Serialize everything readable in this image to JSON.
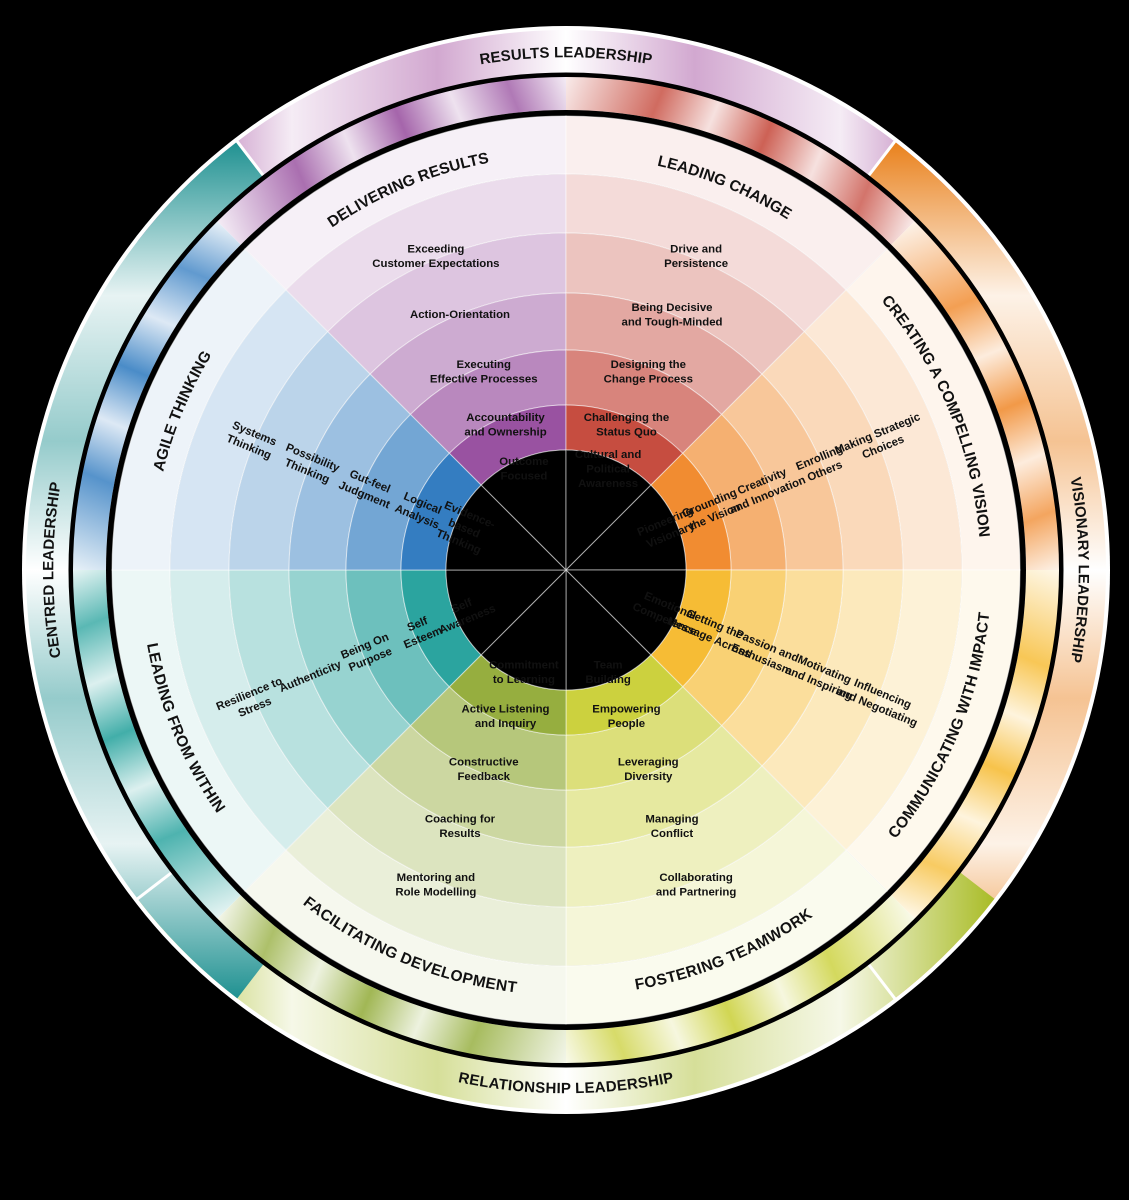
{
  "outer_ring": [
    {
      "label": "RESULTS LEADERSHIP",
      "color": "#9a3d96"
    },
    {
      "label": "VISIONARY LEADERSHIP",
      "color": "#e87a10"
    },
    {
      "label": "RELATIONSHIP LEADERSHIP",
      "color": "#a4b81c"
    },
    {
      "label": "CENTRED LEADERSHIP",
      "color": "#138b8b"
    }
  ],
  "segments": [
    {
      "id": "delivering-results",
      "title": "DELIVERING RESULTS",
      "color": "#8e3f96",
      "competencies": [
        [
          "Exceeding",
          "Customer Expectations"
        ],
        [
          "Action-Orientation"
        ],
        [
          "Executing",
          "Effective Processes"
        ],
        [
          "Accountability",
          "and Ownership"
        ],
        [
          "Outcome",
          "Focused"
        ]
      ]
    },
    {
      "id": "leading-change",
      "title": "LEADING CHANGE",
      "color": "#c0392b",
      "competencies": [
        [
          "Drive and",
          "Persistence"
        ],
        [
          "Being Decisive",
          "and Tough-Minded"
        ],
        [
          "Designing the",
          "Change Process"
        ],
        [
          "Challenging the",
          "Status Quo"
        ],
        [
          "Cultural and",
          "Political",
          "Awareness"
        ]
      ]
    },
    {
      "id": "creating-a-compelling-vision",
      "title": "CREATING A COMPELLING VISION",
      "color": "#ef7f1a",
      "competencies": [
        [
          "Making Strategic",
          "Choices"
        ],
        [
          "Enrolling",
          "Others"
        ],
        [
          "Creativity",
          "and Innovation"
        ],
        [
          "Grounding",
          "the Vision"
        ],
        [
          "Pioneering",
          "Visionary"
        ]
      ]
    },
    {
      "id": "communicating-with-impact",
      "title": "COMMUNICATING WITH IMPACT",
      "color": "#f5b41e",
      "competencies": [
        [
          "Influencing",
          "and Negotiating"
        ],
        [
          "Motivating",
          "and Inspiring"
        ],
        [
          "Passion and",
          "Enthusiasm"
        ],
        [
          "Getting the",
          "Message Across"
        ],
        [
          "Emotional",
          "Competence"
        ]
      ]
    },
    {
      "id": "fostering-teamwork",
      "title": "FOSTERING TEAMWORK",
      "color": "#c6cc28",
      "competencies": [
        [
          "Collaborating",
          "and Partnering"
        ],
        [
          "Managing",
          "Conflict"
        ],
        [
          "Leveraging",
          "Diversity"
        ],
        [
          "Empowering",
          "People"
        ],
        [
          "Team",
          "Building"
        ]
      ]
    },
    {
      "id": "facilitating-development",
      "title": "FACILITATING DEVELOPMENT",
      "color": "#8aa52a",
      "competencies": [
        [
          "Mentoring and",
          "Role Modelling"
        ],
        [
          "Coaching for",
          "Results"
        ],
        [
          "Constructive",
          "Feedback"
        ],
        [
          "Active Listening",
          "and Inquiry"
        ],
        [
          "Commitment",
          "to Learning"
        ]
      ]
    },
    {
      "id": "leading-from-within",
      "title": "LEADING FROM WITHIN",
      "color": "#139a94",
      "competencies": [
        [
          "Resilience to",
          "Stress"
        ],
        [
          "Authenticity"
        ],
        [
          "Being On",
          "Purpose"
        ],
        [
          "Self",
          "Esteem"
        ],
        [
          "Self",
          "Awareness"
        ]
      ]
    },
    {
      "id": "agile-thinking",
      "title": "AGILE THINKING",
      "color": "#1d6fba",
      "competencies": [
        [
          "Systems",
          "Thinking"
        ],
        [
          "Possibility",
          "Thinking"
        ],
        [
          "Gut-feel",
          "Judgment"
        ],
        [
          "Logical",
          "Analysis"
        ],
        [
          "Evidence-",
          "based",
          "Thinking"
        ]
      ]
    }
  ]
}
